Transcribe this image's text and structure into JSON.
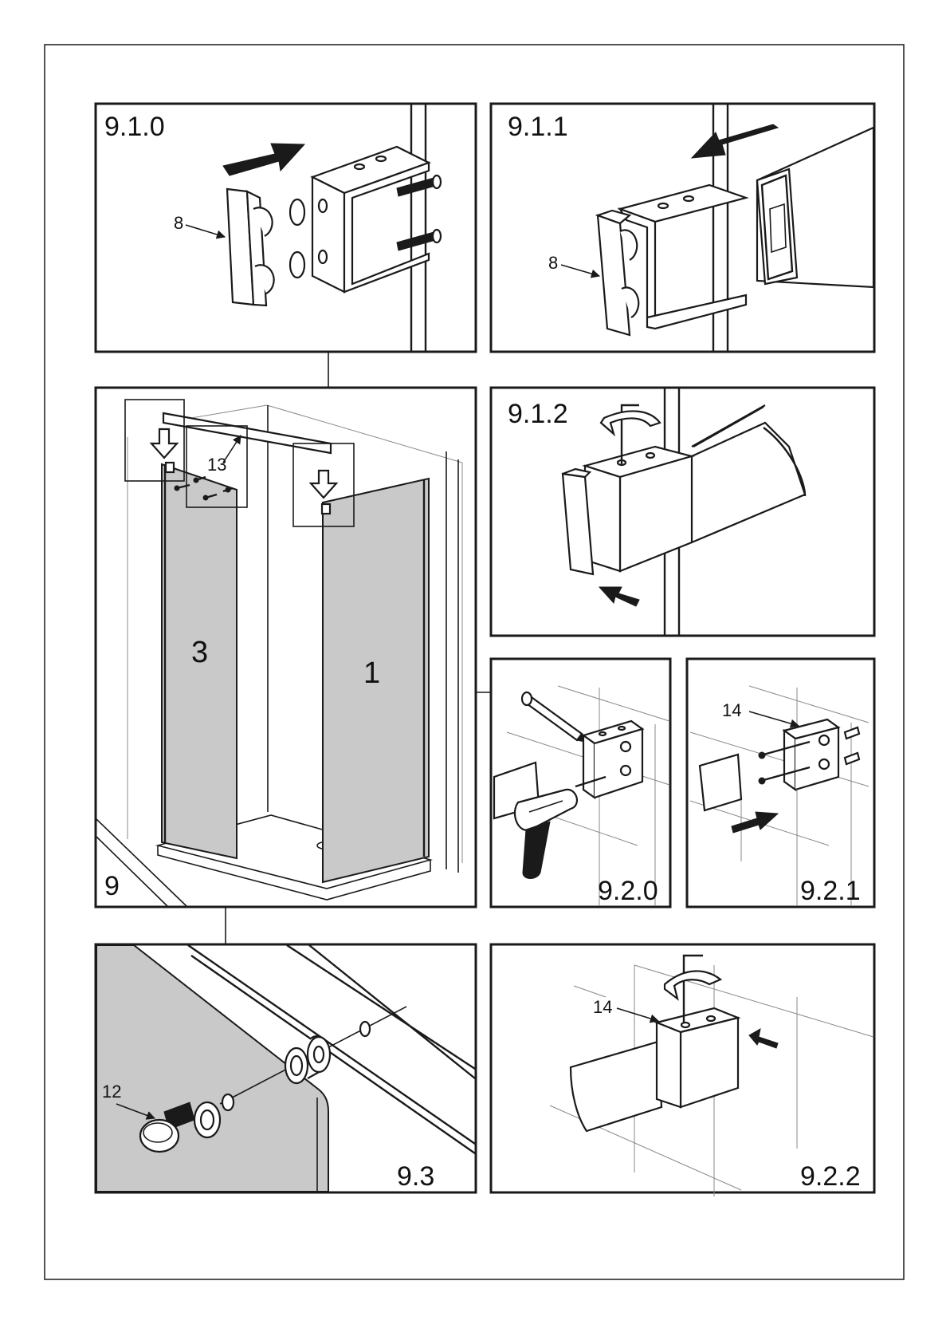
{
  "colors": {
    "ink": "#1a1a1a",
    "glass": "#c9c9c9",
    "paper": "#ffffff"
  },
  "panels": {
    "p910": {
      "label": "9.1.0",
      "callout": "8"
    },
    "p911": {
      "label": "9.1.1",
      "callout": "8"
    },
    "p9": {
      "label": "9",
      "callout": "13",
      "door_left": "3",
      "door_right": "1"
    },
    "p912": {
      "label": "9.1.2"
    },
    "p920": {
      "label": "9.2.0"
    },
    "p921": {
      "label": "9.2.1",
      "callout": "14"
    },
    "p93": {
      "label": "9.3",
      "callout": "12"
    },
    "p922": {
      "label": "9.2.2",
      "callout": "14"
    }
  },
  "icons": [
    "arrow-icon",
    "allen-key-icon",
    "pencil-icon",
    "drill-icon",
    "screw-icon",
    "wall-plug-icon",
    "rotate-arrow-icon"
  ]
}
